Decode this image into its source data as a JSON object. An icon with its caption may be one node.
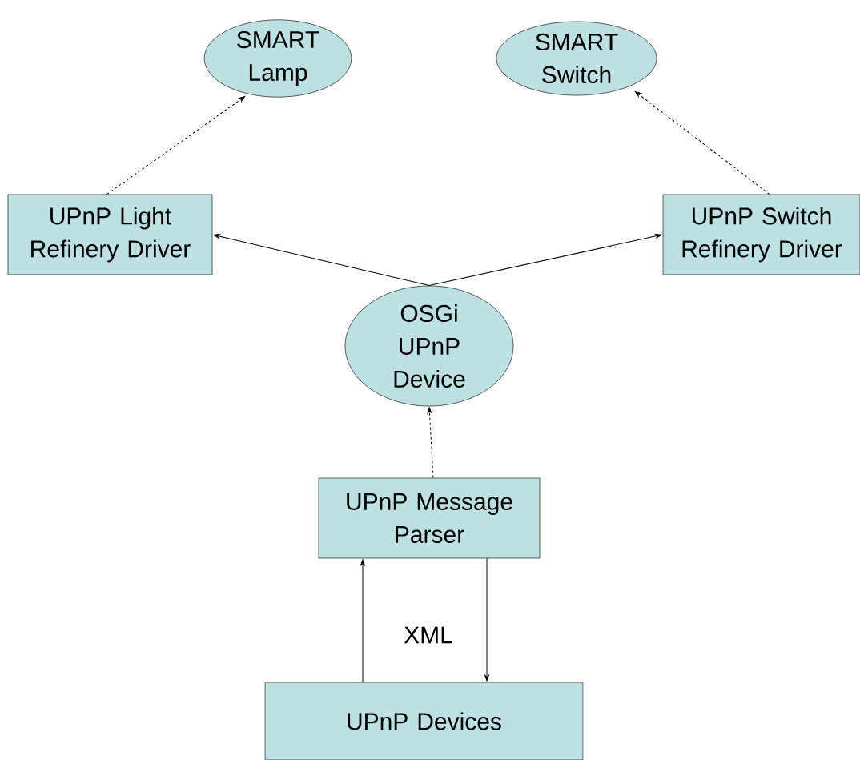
{
  "diagram": {
    "nodes": [
      {
        "text": [
          "SMART Lamp"
        ]
      },
      {
        "text": [
          "SMART Switch"
        ]
      },
      {
        "text": [
          "UPnP Light Refinery Driver"
        ]
      },
      {
        "text": [
          "UPnP Switch Refinery Driver"
        ]
      },
      {
        "text": [
          "OSGi UPnP Device"
        ]
      },
      {
        "text": [
          "UPnP Message Parser"
        ]
      },
      {
        "text": [
          "UPnP Devices"
        ]
      }
    ],
    "edges": [
      {
        "from": 2,
        "to": 0,
        "arrow": "to",
        "style": "dashed"
      },
      {
        "from": 3,
        "to": 1,
        "arrow": "to",
        "style": "dashed"
      },
      {
        "from": 4,
        "to": 2,
        "arrow": "to"
      },
      {
        "from": 4,
        "to": 3,
        "arrow": "to"
      },
      {
        "from": 5,
        "to": 4,
        "arrow": "to",
        "style": "dashed"
      },
      {
        "from": 6,
        "to": 5,
        "arrow": "to"
      },
      {
        "from": 5,
        "to": 6,
        "arrow": "to"
      }
    ],
    "labels": [
      "XML"
    ]
  }
}
